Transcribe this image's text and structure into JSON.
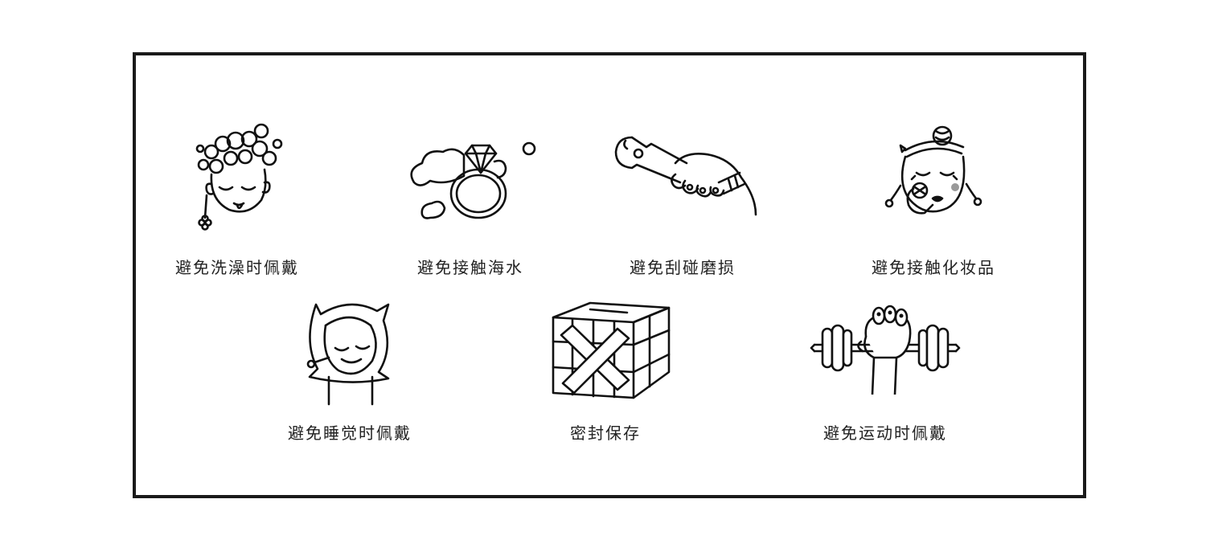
{
  "items": [
    {
      "label": "避免洗澡时佩戴",
      "icon": "shower-bubbles-icon"
    },
    {
      "label": "避免接触海水",
      "icon": "ring-seawater-icon"
    },
    {
      "label": "避免刮碰磨损",
      "icon": "wrench-hand-icon"
    },
    {
      "label": "避免接触化妆品",
      "icon": "makeup-face-icon"
    },
    {
      "label": "避免睡觉时佩戴",
      "icon": "sleeping-girl-icon"
    },
    {
      "label": "密封保存",
      "icon": "sealed-box-icon"
    },
    {
      "label": "避免运动时佩戴",
      "icon": "dumbbell-icon"
    }
  ],
  "colors": {
    "frame": "#1a1a1a",
    "ink": "#111111",
    "background": "#ffffff"
  }
}
